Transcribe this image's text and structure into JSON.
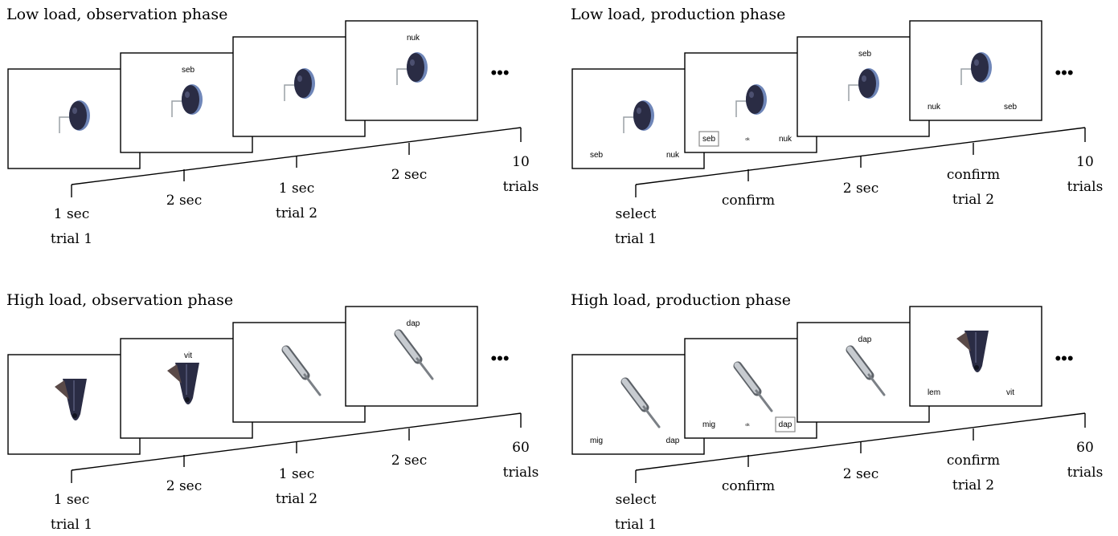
{
  "panels": [
    {
      "title": "Low load, observation phase",
      "frames": [
        {
          "word": "",
          "options": [],
          "highlight": -1,
          "object": "pin"
        },
        {
          "word": "seb",
          "options": [],
          "highlight": -1,
          "object": "pin"
        },
        {
          "word": "",
          "options": [],
          "highlight": -1,
          "object": "pin"
        },
        {
          "word": "nuk",
          "options": [],
          "highlight": -1,
          "object": "pin"
        }
      ],
      "timeline": [
        {
          "lines": [
            "1 sec",
            "trial 1"
          ]
        },
        {
          "lines": [
            "2 sec"
          ]
        },
        {
          "lines": [
            "1 sec",
            "trial 2"
          ]
        },
        {
          "lines": [
            "2 sec"
          ]
        },
        {
          "lines": [
            "10",
            "trials"
          ]
        }
      ]
    },
    {
      "title": "Low load, production phase",
      "frames": [
        {
          "word": "",
          "options": [
            "seb",
            "nuk"
          ],
          "highlight": -1,
          "ok": "",
          "object": "pin"
        },
        {
          "word": "",
          "options": [
            "seb",
            "nuk"
          ],
          "highlight": 0,
          "ok": "ok",
          "object": "pin"
        },
        {
          "word": "seb",
          "options": [],
          "highlight": -1,
          "object": "pin"
        },
        {
          "word": "",
          "options": [
            "nuk",
            "seb"
          ],
          "highlight": -1,
          "ok": "",
          "object": "pin"
        }
      ],
      "timeline": [
        {
          "lines": [
            "select",
            "trial 1"
          ]
        },
        {
          "lines": [
            "confirm"
          ]
        },
        {
          "lines": [
            "2 sec"
          ]
        },
        {
          "lines": [
            "confirm",
            "trial 2"
          ]
        },
        {
          "lines": [
            "10",
            "trials"
          ]
        }
      ]
    },
    {
      "title": "High load, observation phase",
      "frames": [
        {
          "word": "",
          "options": [],
          "highlight": -1,
          "object": "clip"
        },
        {
          "word": "vit",
          "options": [],
          "highlight": -1,
          "object": "clip"
        },
        {
          "word": "",
          "options": [],
          "highlight": -1,
          "object": "tube"
        },
        {
          "word": "dap",
          "options": [],
          "highlight": -1,
          "object": "tube"
        }
      ],
      "timeline": [
        {
          "lines": [
            "1 sec",
            "trial 1"
          ]
        },
        {
          "lines": [
            "2 sec"
          ]
        },
        {
          "lines": [
            "1 sec",
            "trial 2"
          ]
        },
        {
          "lines": [
            "2 sec"
          ]
        },
        {
          "lines": [
            "60",
            "trials"
          ]
        }
      ]
    },
    {
      "title": "High load, production phase",
      "frames": [
        {
          "word": "",
          "options": [
            "mig",
            "dap"
          ],
          "highlight": -1,
          "ok": "",
          "object": "tube"
        },
        {
          "word": "",
          "options": [
            "mig",
            "dap"
          ],
          "highlight": 1,
          "ok": "ok",
          "object": "tube"
        },
        {
          "word": "dap",
          "options": [],
          "highlight": -1,
          "object": "tube"
        },
        {
          "word": "",
          "options": [
            "lem",
            "vit"
          ],
          "highlight": -1,
          "ok": "",
          "object": "clip"
        }
      ],
      "timeline": [
        {
          "lines": [
            "select",
            "trial 1"
          ]
        },
        {
          "lines": [
            "confirm"
          ]
        },
        {
          "lines": [
            "2 sec"
          ]
        },
        {
          "lines": [
            "confirm",
            "trial 2"
          ]
        },
        {
          "lines": [
            "60",
            "trials"
          ]
        }
      ]
    }
  ],
  "ellipsis": "•••",
  "colors": {
    "stroke": "#000000",
    "object_dark": "#2a2c44",
    "object_ring": "#6f86b8",
    "metal": "#9aa0a6",
    "highlight_box": "#8a8a8a"
  }
}
